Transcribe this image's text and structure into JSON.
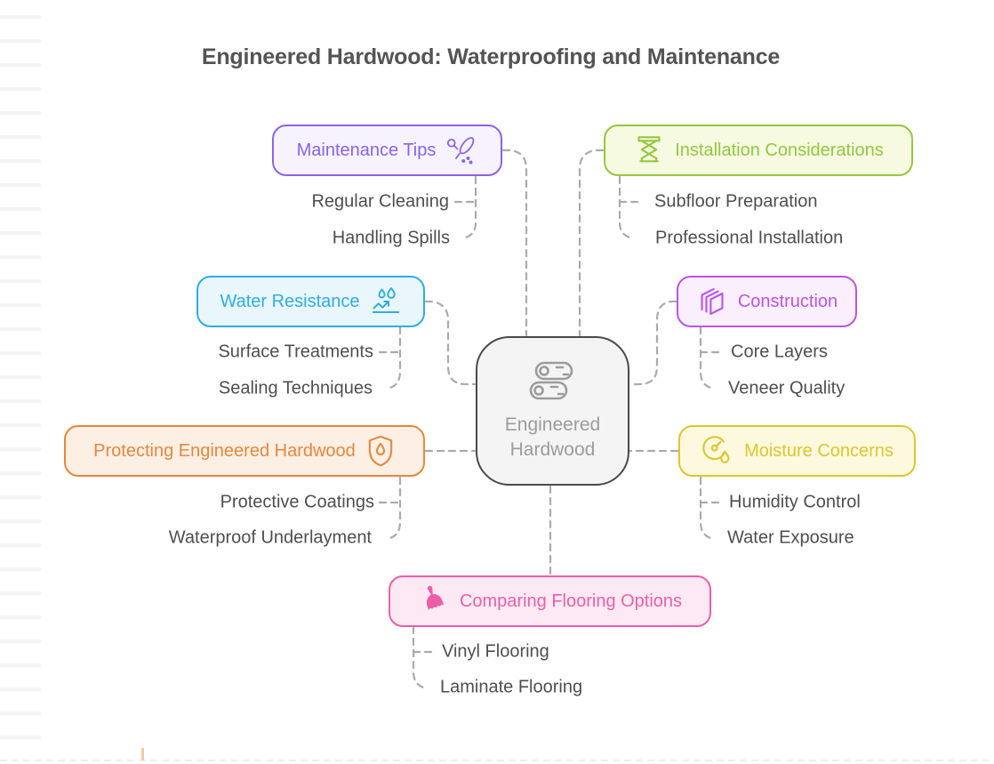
{
  "title": "Engineered Hardwood: Waterproofing and Maintenance",
  "center": {
    "label": "Engineered Hardwood",
    "icon": "logs-icon",
    "border_color": "#4a4a4a",
    "fill_color": "#f4f4f4",
    "text_color": "#9c9c9c"
  },
  "connector_color": "#ababab",
  "branches": [
    {
      "label": "Maintenance Tips",
      "icon": "brush-sparkle-icon",
      "color": "#8a63e8",
      "fill": "#f6f3fe",
      "children": [
        "Regular Cleaning",
        "Handling Spills"
      ]
    },
    {
      "label": "Installation Considerations",
      "icon": "scissor-lift-icon",
      "color": "#94c83d",
      "fill": "#f5fae1",
      "children": [
        "Subfloor Preparation",
        "Professional Installation"
      ]
    },
    {
      "label": "Water Resistance",
      "icon": "water-repel-icon",
      "color": "#2fade3",
      "fill": "#e9f7fd",
      "children": [
        "Surface Treatments",
        "Sealing Techniques"
      ]
    },
    {
      "label": "Construction",
      "icon": "layers-icon",
      "color": "#bc54e6",
      "fill": "#f9effd",
      "children": [
        "Core Layers",
        "Veneer Quality"
      ]
    },
    {
      "label": "Protecting Engineered Hardwood",
      "icon": "shield-drop-icon",
      "color": "#e8873b",
      "fill": "#fcf0e5",
      "children": [
        "Protective Coatings",
        "Waterproof Underlayment"
      ]
    },
    {
      "label": "Moisture Concerns",
      "icon": "moisture-gauge-icon",
      "color": "#ddc62c",
      "fill": "#fcf9df",
      "children": [
        "Humidity Control",
        "Water Exposure"
      ]
    },
    {
      "label": "Comparing Flooring Options",
      "icon": "broom-icon",
      "color": "#ec5fa8",
      "fill": "#fce9f3",
      "children": [
        "Vinyl Flooring",
        "Laminate Flooring"
      ]
    }
  ]
}
